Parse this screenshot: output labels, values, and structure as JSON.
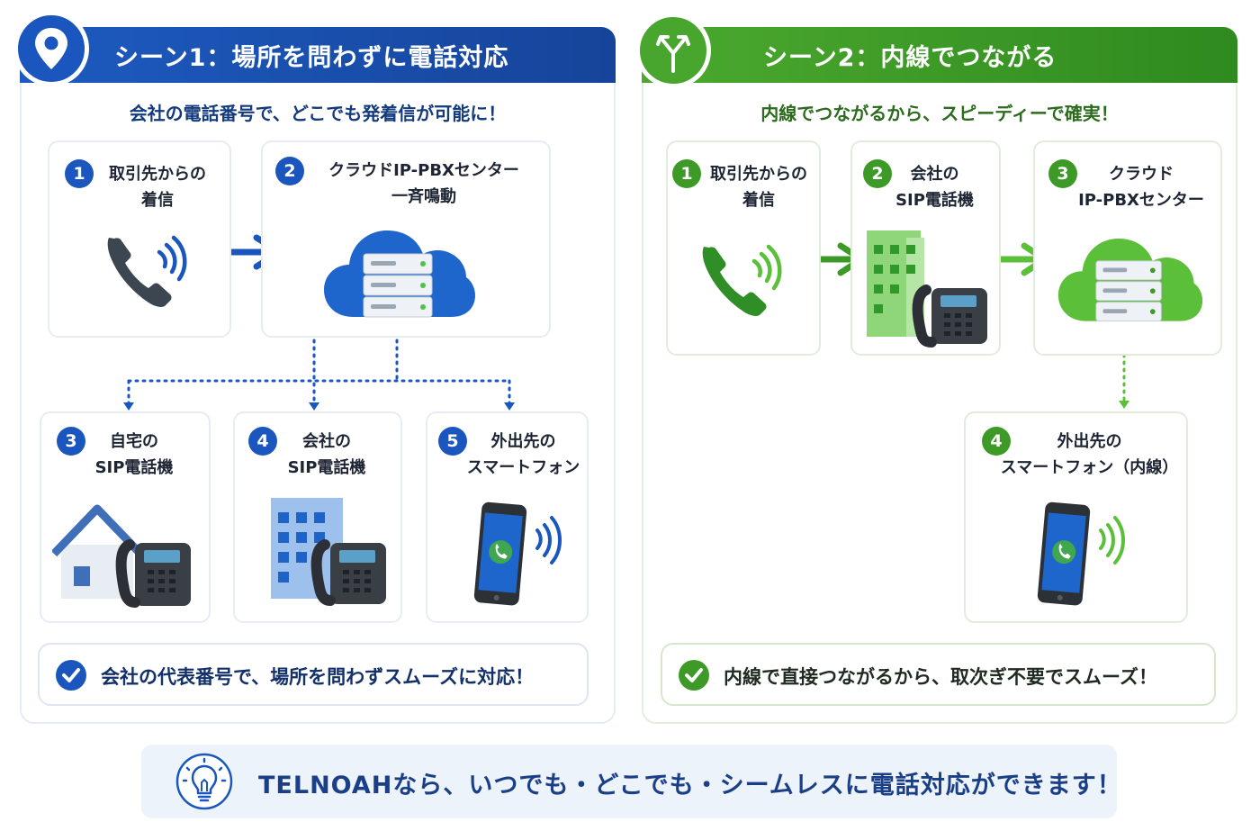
{
  "scene1": {
    "title": "シーン1：場所を問わずに電話対応",
    "subtitle": "会社の電話番号で、どこでも発着信が可能に！",
    "cards": [
      {
        "number": "1",
        "lines": [
          "取引先からの",
          "着信"
        ]
      },
      {
        "number": "2",
        "lines": [
          "クラウドIP-PBXセンター",
          "一斉鳴動"
        ]
      },
      {
        "number": "3",
        "lines": [
          "自宅の",
          "SIP電話機"
        ]
      },
      {
        "number": "4",
        "lines": [
          "会社の",
          "SIP電話機"
        ]
      },
      {
        "number": "5",
        "lines": [
          "外出先の",
          "スマートフォン"
        ]
      }
    ],
    "result": "会社の代表番号で、場所を問わずスムーズに対応！"
  },
  "scene2": {
    "title": "シーン2：内線でつながる",
    "subtitle": "内線でつながるから、スピーディーで確実！",
    "cards": [
      {
        "number": "1",
        "lines": [
          "取引先からの",
          "着信"
        ]
      },
      {
        "number": "2",
        "lines": [
          "会社の",
          "SIP電話機"
        ]
      },
      {
        "number": "3",
        "lines": [
          "クラウド",
          "IP-PBXセンター"
        ]
      },
      {
        "number": "4",
        "lines": [
          "外出先の",
          "スマートフォン（内線）"
        ]
      }
    ],
    "result": "内線で直接つながるから、取次ぎ不要でスムーズ！"
  },
  "footer": {
    "text": "TELNOAHなら、いつでも・どこでも・シームレスに電話対応ができます！"
  },
  "colors": {
    "blue": "#1a56bd",
    "dark_blue": "#16449a",
    "green": "#3d9a26",
    "light_green": "#5cbf3a"
  },
  "icons": [
    "location-pin-icon",
    "branch-arrows-icon",
    "phone-handset-icon",
    "cloud-server-icon",
    "house-icon",
    "office-building-icon",
    "desk-phone-icon",
    "smartphone-icon",
    "check-icon",
    "lightbulb-icon"
  ]
}
